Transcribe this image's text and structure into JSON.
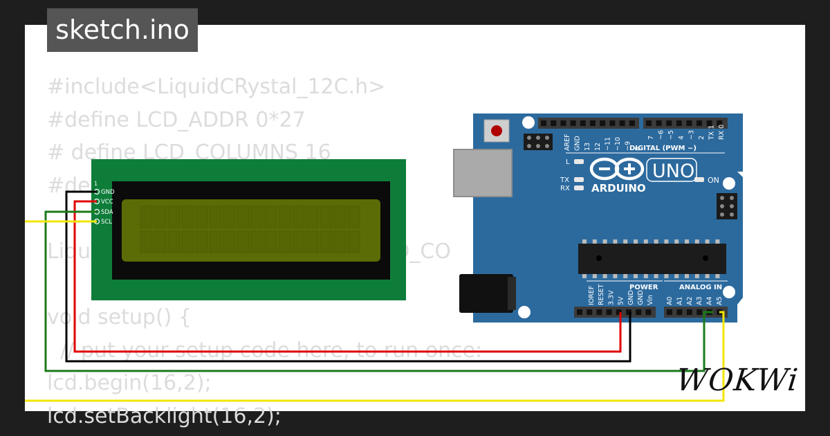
{
  "editor": {
    "filename": "sketch.ino",
    "code_lines": [
      "#include<LiquidCRystal_12C.h>",
      "#define LCD_ADDR 0*27",
      "# define LCD_COLUMNS 16",
      "#def",
      "",
      "Liqu                                          LCD_CO",
      "",
      "void setup() {",
      "  // put your setup code here, to run once:",
      "lcd.begin(16,2);",
      "lcd.setBacklight(16,2);"
    ]
  },
  "lcd": {
    "pin_number": "1",
    "pins": [
      "GND",
      "VCC",
      "SDA",
      "SCL"
    ],
    "colors": {
      "board": "#0f7d3a",
      "bezel": "#0b0b0b",
      "screen": "#5b6b06"
    }
  },
  "arduino": {
    "brand": "ARDUINO",
    "model": "UNO",
    "digital_label": "DIGITAL (PWM ~)",
    "digital_pins_left": [
      "AREF",
      "GND",
      "13",
      "12",
      "~11",
      "~10",
      "~9",
      "8"
    ],
    "digital_pins_right": [
      "7",
      "~6",
      "~5",
      "4",
      "~3",
      "2",
      "TX 1",
      "RX 0"
    ],
    "power_label": "POWER",
    "power_pins": [
      "IOREF",
      "RESET",
      "3.3V",
      "5V",
      "GND",
      "GND",
      "Vin"
    ],
    "analog_label": "ANALOG IN",
    "analog_pins": [
      "A0",
      "A1",
      "A2",
      "A3",
      "A4",
      "A5"
    ],
    "led_labels": [
      "L",
      "TX",
      "RX"
    ],
    "on_label": "ON",
    "colors": {
      "board": "#2c6a9e",
      "header": "#3b3b3b"
    }
  },
  "wires": {
    "gnd": "#000000",
    "vcc": "#e00000",
    "sda": "#1a7a1a",
    "scl": "#f2e600"
  },
  "branding": {
    "logo": "WOKWi"
  }
}
